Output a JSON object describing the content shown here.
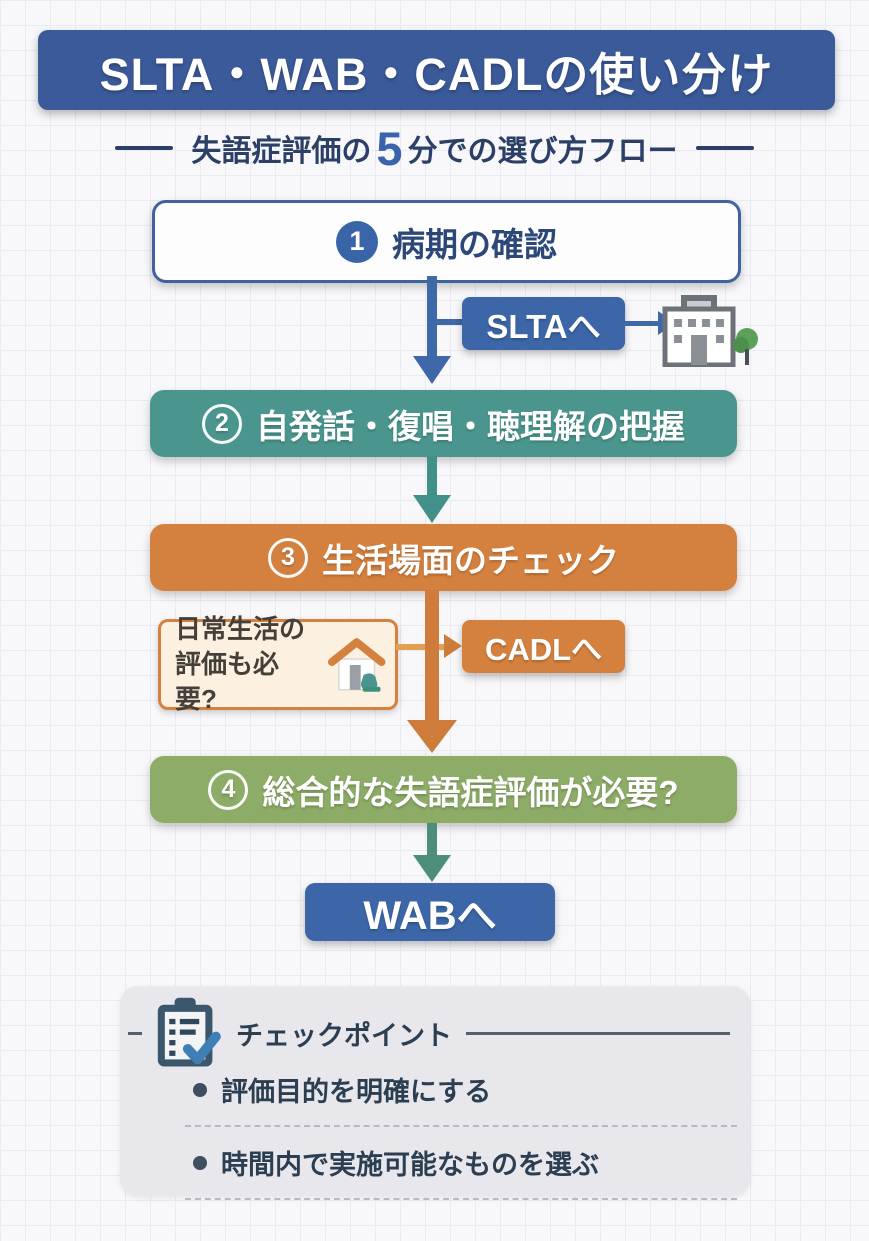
{
  "header": {
    "title": "SLTA・WAB・CADLの使い分け",
    "subtitle_prefix": "失語症評価の",
    "subtitle_highlight": "5",
    "subtitle_suffix": "分での選び方フロー"
  },
  "flow": {
    "step1": {
      "number": "1",
      "label": "病期の確認"
    },
    "slta_button": "SLTAへ",
    "step2": {
      "number": "2",
      "label": "自発話・復唱・聴理解の把握"
    },
    "step3": {
      "number": "3",
      "label": "生活場面のチェック"
    },
    "daily_question": {
      "line1": "日常生活の",
      "line2": "評価も必要?"
    },
    "cadl_button": "CADLへ",
    "step4": {
      "number": "4",
      "label": "総合的な失語症評価が必要?"
    },
    "wab_button": "WABへ"
  },
  "checkpoint": {
    "title": "チェックポイント",
    "items": [
      "評価目的を明確にする",
      "時間内で実施可能なものを選ぶ"
    ]
  },
  "icons": {
    "hospital": "hospital-icon",
    "house": "house-icon",
    "clipboard": "clipboard-check-icon"
  },
  "colors": {
    "navy_title": "#3b5a99",
    "blue_button": "#3c66a8",
    "blue_arrow": "#3e68a8",
    "teal_box": "#4a968e",
    "teal_arrow": "#41908a",
    "orange_box": "#d4813f",
    "orange_arrow": "#cd7c3c",
    "orange_light_bg": "#fcf1e1",
    "green_box": "#8dac67",
    "green_arrow": "#4e8d7c",
    "panel_gray": "#e8e8ec",
    "text_dark": "#2c3e52",
    "subtitle_navy": "#2c3f66"
  }
}
